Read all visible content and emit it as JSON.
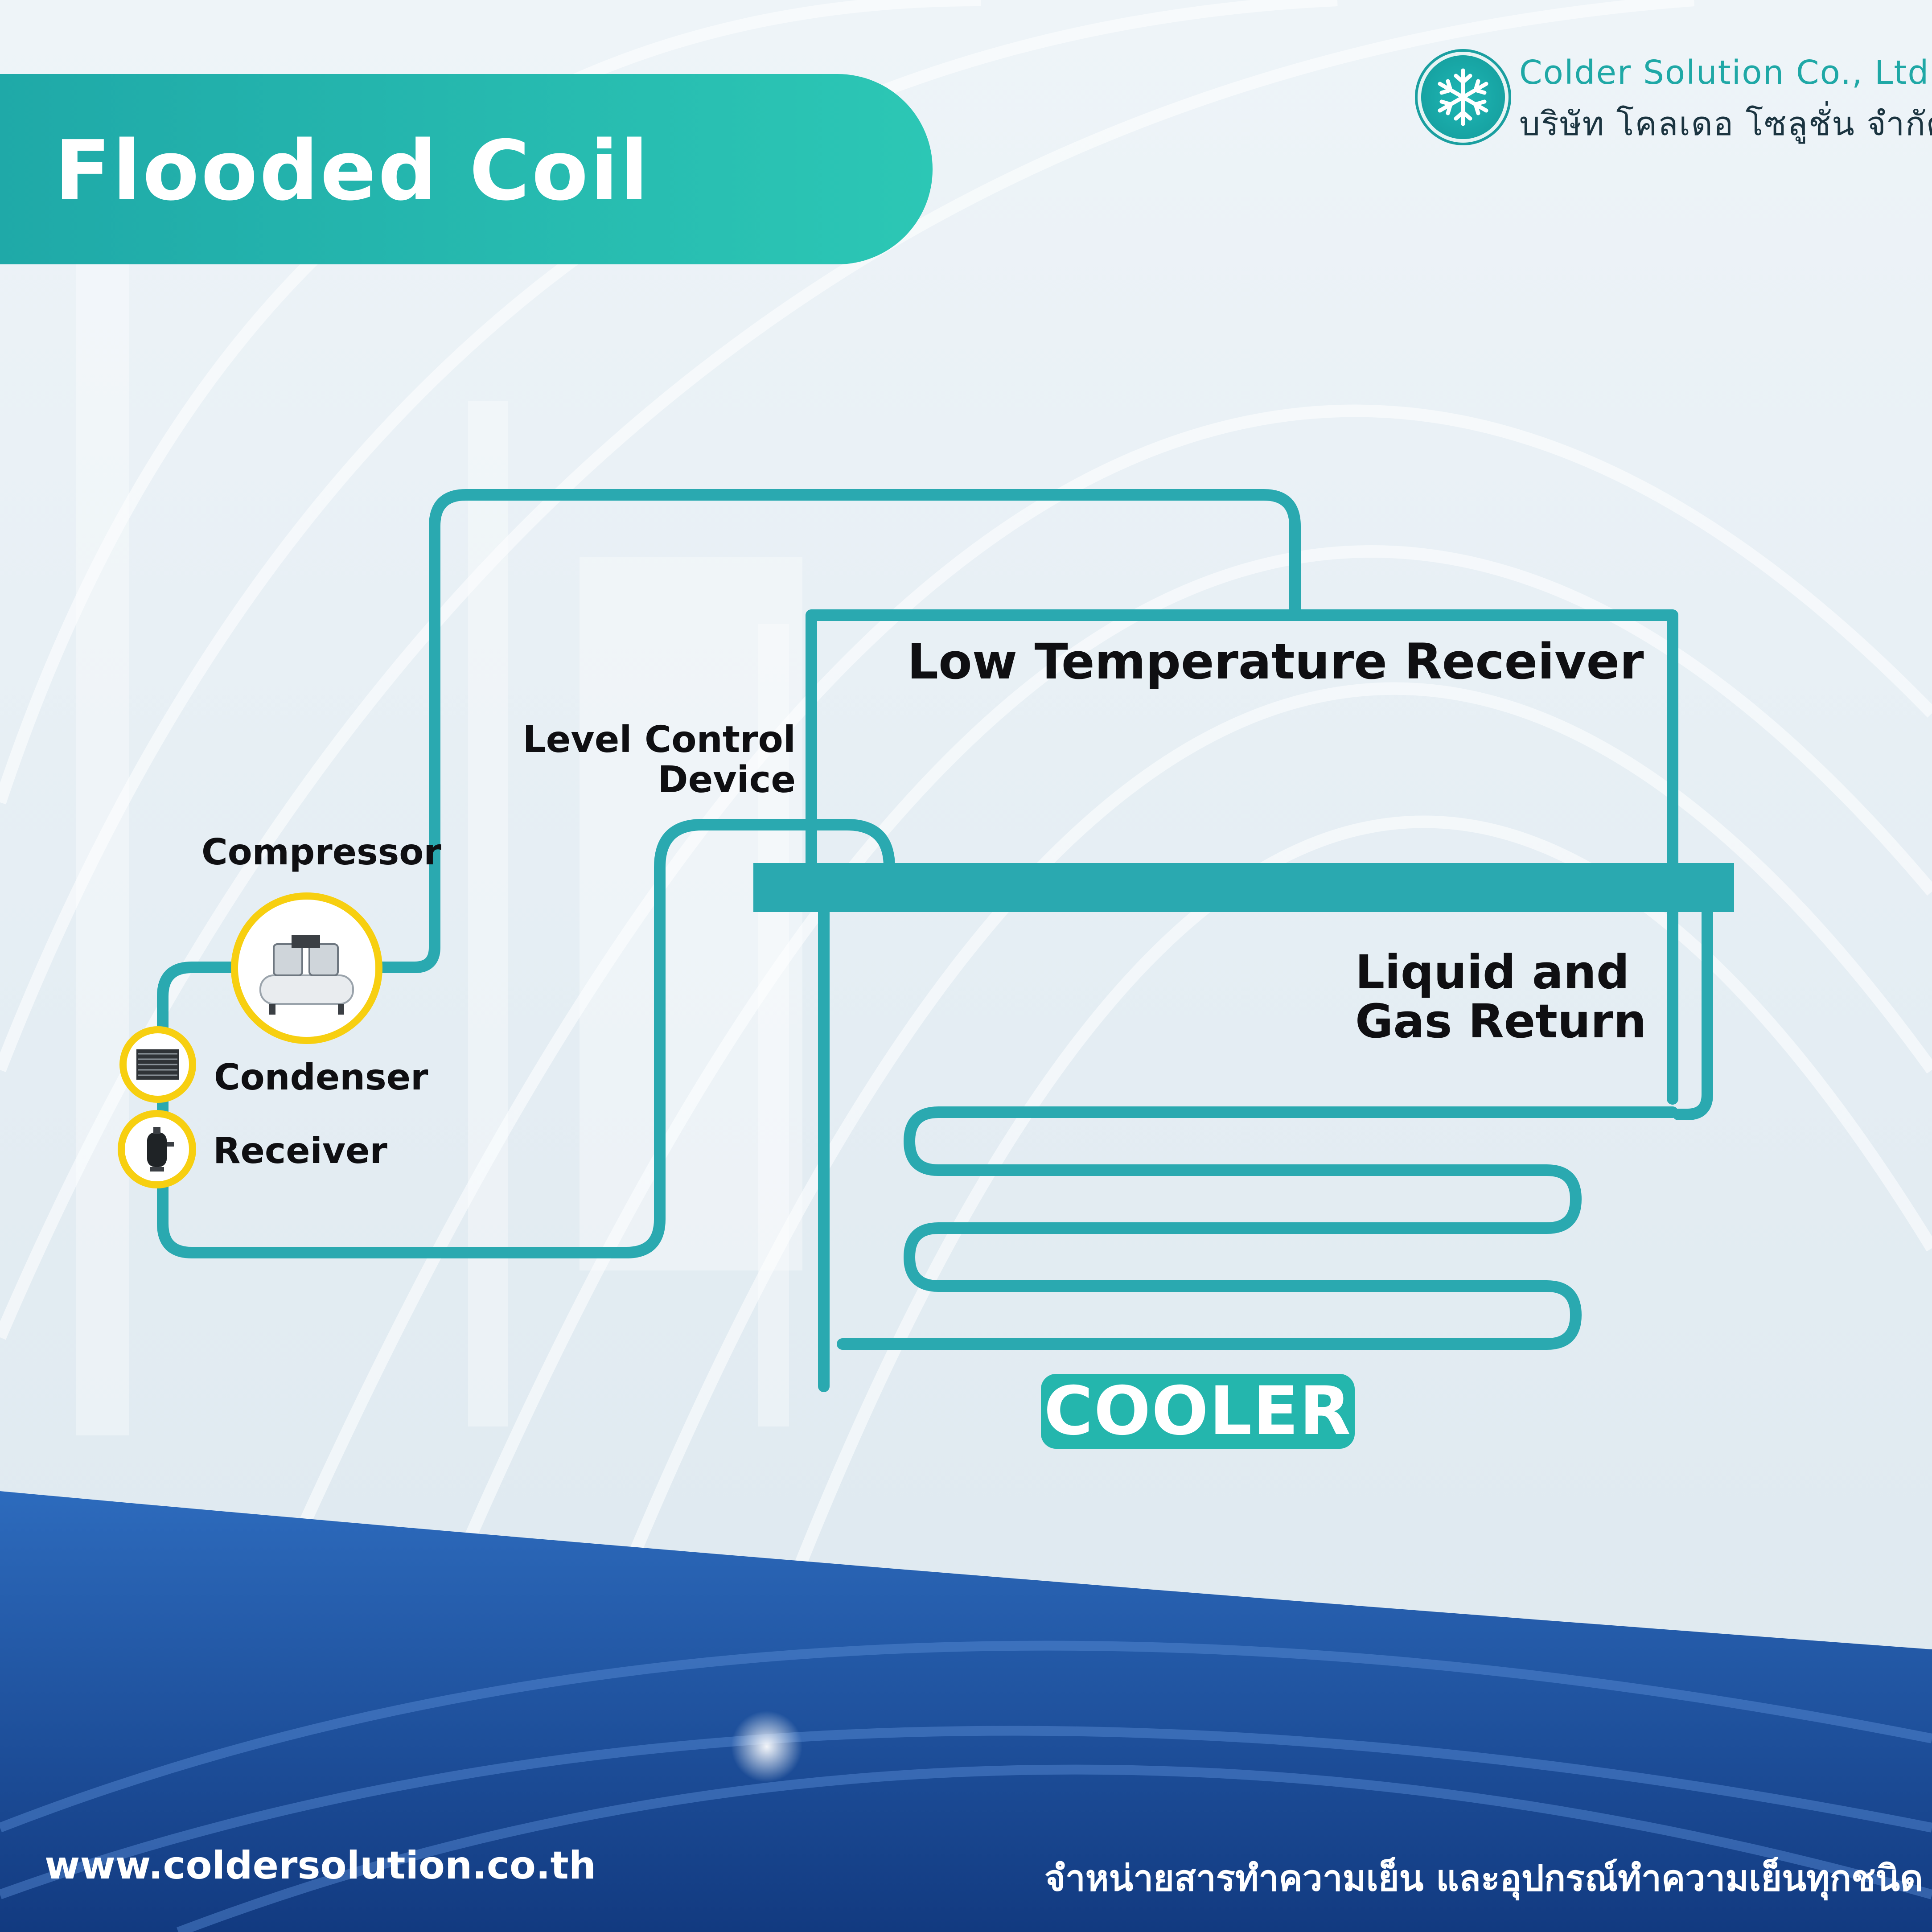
{
  "title": "Flooded Coil",
  "company": {
    "name_en": "Colder Solution Co., Ltd",
    "name_th": "บริษัท โคลเดอ โซลูชั่น จำกัด",
    "logo_icon": "snowflake-icon"
  },
  "labels": {
    "compressor": "Compressor",
    "condenser": "Condenser",
    "receiver": "Receiver",
    "level_control_line1": "Level Control",
    "level_control_line2": "Device",
    "low_temp_receiver": "Low Temperature Receiver",
    "liquid_gas_line1": "Liquid and",
    "liquid_gas_line2": "Gas Return",
    "cooler": "COOLER"
  },
  "footer": {
    "website": "www.coldersolution.co.th",
    "tagline_th": "จำหน่ายสารทำความเย็น และอุปกรณ์ทำความเย็นทุกชนิด"
  },
  "colors": {
    "pipe": "#2aa9b0",
    "accent": "#2cc7b5",
    "badge_ring": "#f7cf10",
    "footer_blue": "#1c4fa0"
  },
  "icons": [
    "compressor-icon",
    "condenser-icon",
    "receiver-icon"
  ]
}
